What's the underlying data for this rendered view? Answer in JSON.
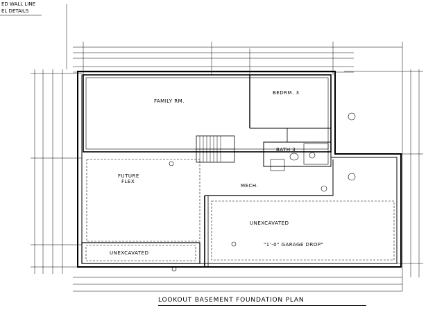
{
  "corner_notes": [
    "ED WALL LINE",
    "EL DETAILS"
  ],
  "rooms": {
    "family": {
      "name": "FAMILY RM."
    },
    "bedroom": {
      "name": "BEDRM. 3"
    },
    "bath": {
      "name": "BATH 3"
    },
    "future": {
      "name": "FUTURE",
      "name2": "FLEX"
    },
    "mech": {
      "name": "MECH."
    },
    "unexcavated_main": {
      "name": "UNEXCAVATED"
    },
    "unexcavated_lower": {
      "name": "UNEXCAVATED"
    }
  },
  "notes": {
    "garage_drop": "\"1'-0\" GARAGE DROP\""
  },
  "title": {
    "text": "LOOKOUT BASEMENT FOUNDATION PLAN"
  }
}
